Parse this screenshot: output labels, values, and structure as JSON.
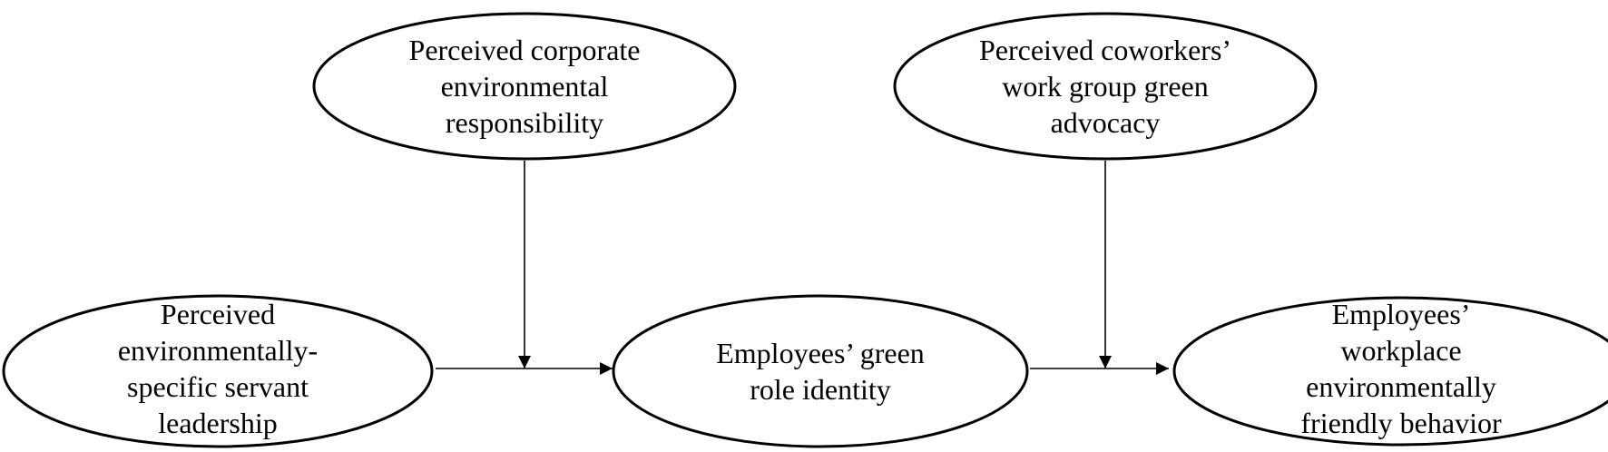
{
  "diagram": {
    "nodes": {
      "cer": {
        "lines": [
          "Perceived corporate",
          "environmental",
          "responsibility"
        ]
      },
      "advocacy": {
        "lines": [
          "Perceived coworkers’",
          "work group green",
          "advocacy"
        ]
      },
      "leadership": {
        "lines": [
          "Perceived",
          "environmentally-",
          "specific servant",
          "leadership"
        ]
      },
      "identity": {
        "lines": [
          "Employees’ green",
          "role identity"
        ]
      },
      "behavior": {
        "lines": [
          "Employees’",
          "workplace",
          "environmentally",
          "friendly behavior"
        ]
      }
    },
    "edges": [
      {
        "from": "leadership",
        "to": "identity",
        "type": "direct"
      },
      {
        "from": "identity",
        "to": "behavior",
        "type": "direct"
      },
      {
        "from": "cer",
        "to": "leadership→identity",
        "type": "moderation"
      },
      {
        "from": "advocacy",
        "to": "identity→behavior",
        "type": "moderation"
      }
    ],
    "colors": {
      "stroke": "#000000",
      "fill": "#ffffff",
      "text": "#000000"
    }
  }
}
